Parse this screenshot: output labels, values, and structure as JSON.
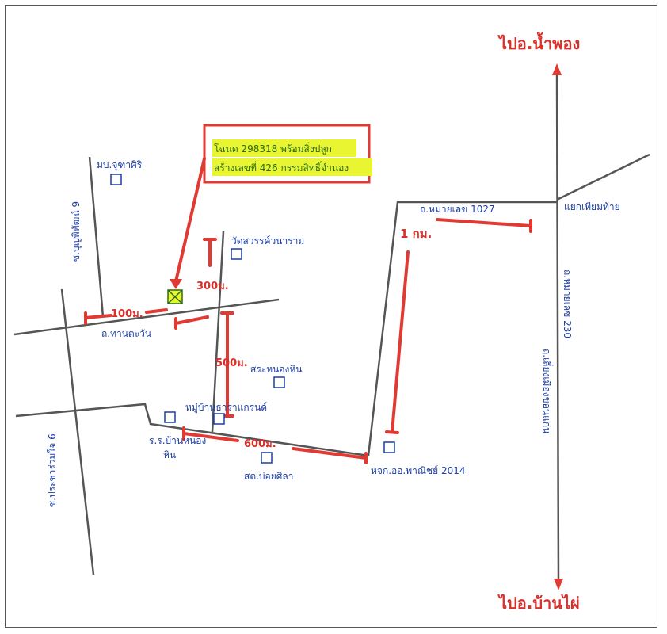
{
  "title_box": {
    "line1": "โฉนด 298318 พร้อมสิ่งปลูก",
    "line2": "สร้างเลขที่ 426 กรรมสิทธิ์จำนอง"
  },
  "directions": {
    "north": "ไปอ.น้ำพอง",
    "south": "ไปอ.บ้านไผ่"
  },
  "roads": {
    "r1027": "ถ.หมายเลข 1027",
    "r230": "ถ.หมายเลข 230",
    "bypass": "ถ.เลี่ยงเมืองขอนแก่น",
    "tantawan": "ถ.ทานตะวัน",
    "soi_left": "ซ.บุญพิพัฒน์ 9",
    "soi_lower": "ซ.ประชาร่วมใจ 6",
    "junction": "แยกเทียมท้าย"
  },
  "landmarks": [
    {
      "label": "มบ.จุฑาศิริ"
    },
    {
      "label": "วัดสวรรค์วนาราม"
    },
    {
      "label": "สระหนองหิน"
    },
    {
      "label": "หมู่บ้านธาราแกรนด์"
    },
    {
      "label": "ร.ร.บ้านหนอง",
      "label2": "หิน"
    },
    {
      "label": "สต.บ่อยศิลา"
    },
    {
      "label": "หจก.ออ.พาณิชย์ 2014"
    }
  ],
  "distances": {
    "d100": "100ม.",
    "d300": "300ม.",
    "d500": "500ม.",
    "d600": "600ม.",
    "d1km": "1 กม."
  },
  "colors": {
    "road": "#555555",
    "ink_blue": "#1c3fa8",
    "ink_red": "#e03a33",
    "highlight": "#e8f530"
  }
}
